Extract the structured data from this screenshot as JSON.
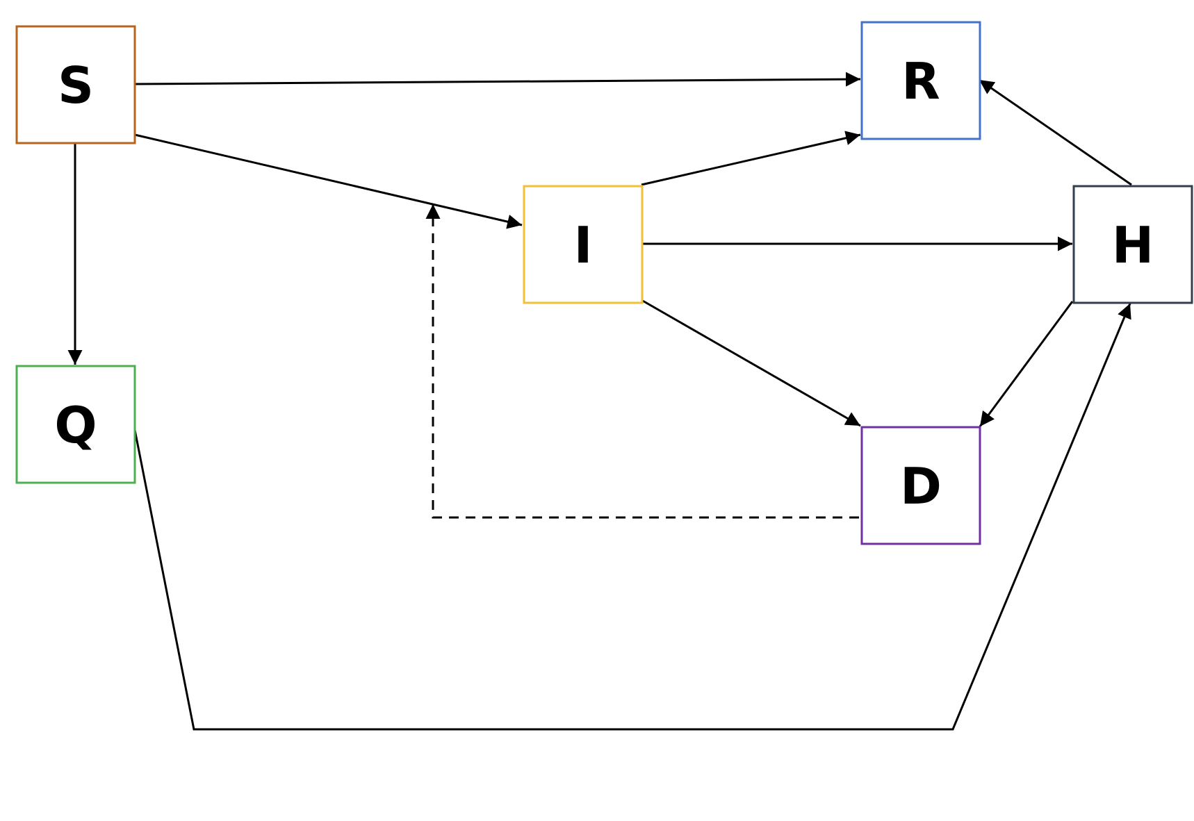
{
  "nodes": [
    {
      "id": "S",
      "label": "S",
      "color": "#B5651D"
    },
    {
      "id": "R",
      "label": "R",
      "color": "#4472C4"
    },
    {
      "id": "I",
      "label": "I",
      "color": "#F2C037"
    },
    {
      "id": "H",
      "label": "H",
      "color": "#333F50"
    },
    {
      "id": "Q",
      "label": "Q",
      "color": "#4CAF50"
    },
    {
      "id": "D",
      "label": "D",
      "color": "#7030A0"
    }
  ],
  "edges": [
    {
      "from": "S",
      "to": "R",
      "style": "solid"
    },
    {
      "from": "S",
      "to": "I",
      "style": "solid"
    },
    {
      "from": "S",
      "to": "Q",
      "style": "solid"
    },
    {
      "from": "I",
      "to": "R",
      "style": "solid"
    },
    {
      "from": "I",
      "to": "H",
      "style": "solid"
    },
    {
      "from": "I",
      "to": "D",
      "style": "solid"
    },
    {
      "from": "H",
      "to": "R",
      "style": "solid"
    },
    {
      "from": "H",
      "to": "D",
      "style": "solid"
    },
    {
      "from": "Q",
      "to": "H",
      "style": "solid"
    },
    {
      "from": "D",
      "to": "S-I",
      "style": "dashed"
    }
  ]
}
